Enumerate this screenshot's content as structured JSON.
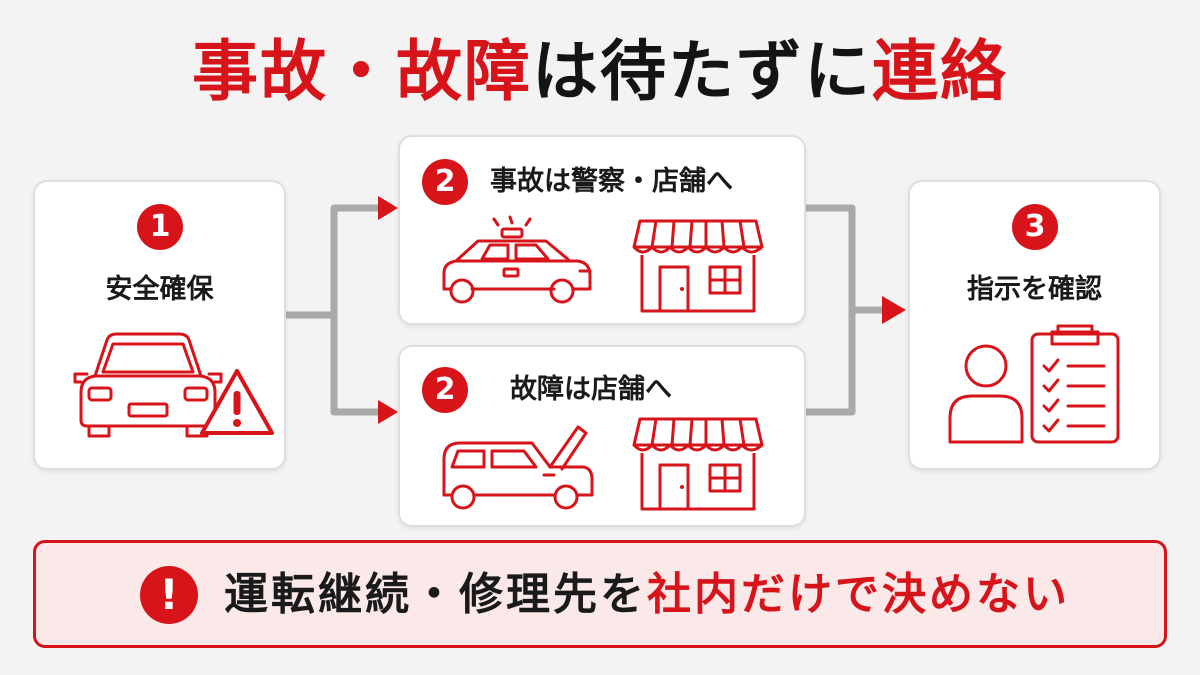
{
  "title": {
    "part1": "事故・故障",
    "part2": "は待たずに",
    "part3": "連絡"
  },
  "steps": {
    "safety": {
      "number": "1",
      "label": "安全確保"
    },
    "accident": {
      "number": "2",
      "label": "事故は警察・店舗へ"
    },
    "breakdown": {
      "number": "2",
      "label": "故障は店舗へ"
    },
    "confirm": {
      "number": "3",
      "label": "指示を確認"
    }
  },
  "warning": {
    "icon_glyph": "!",
    "text_part1": "運転継続・修理先を",
    "text_part2": "社内だけで決めない"
  },
  "colors": {
    "accent_red": "#d7141a",
    "connector_gray": "#a9a9a9",
    "warning_background": "#fbe9ea"
  },
  "icons": [
    "car-front-icon",
    "warning-triangle-icon",
    "police-car-icon",
    "shop-icon",
    "broken-car-icon",
    "person-icon",
    "clipboard-checklist-icon"
  ]
}
